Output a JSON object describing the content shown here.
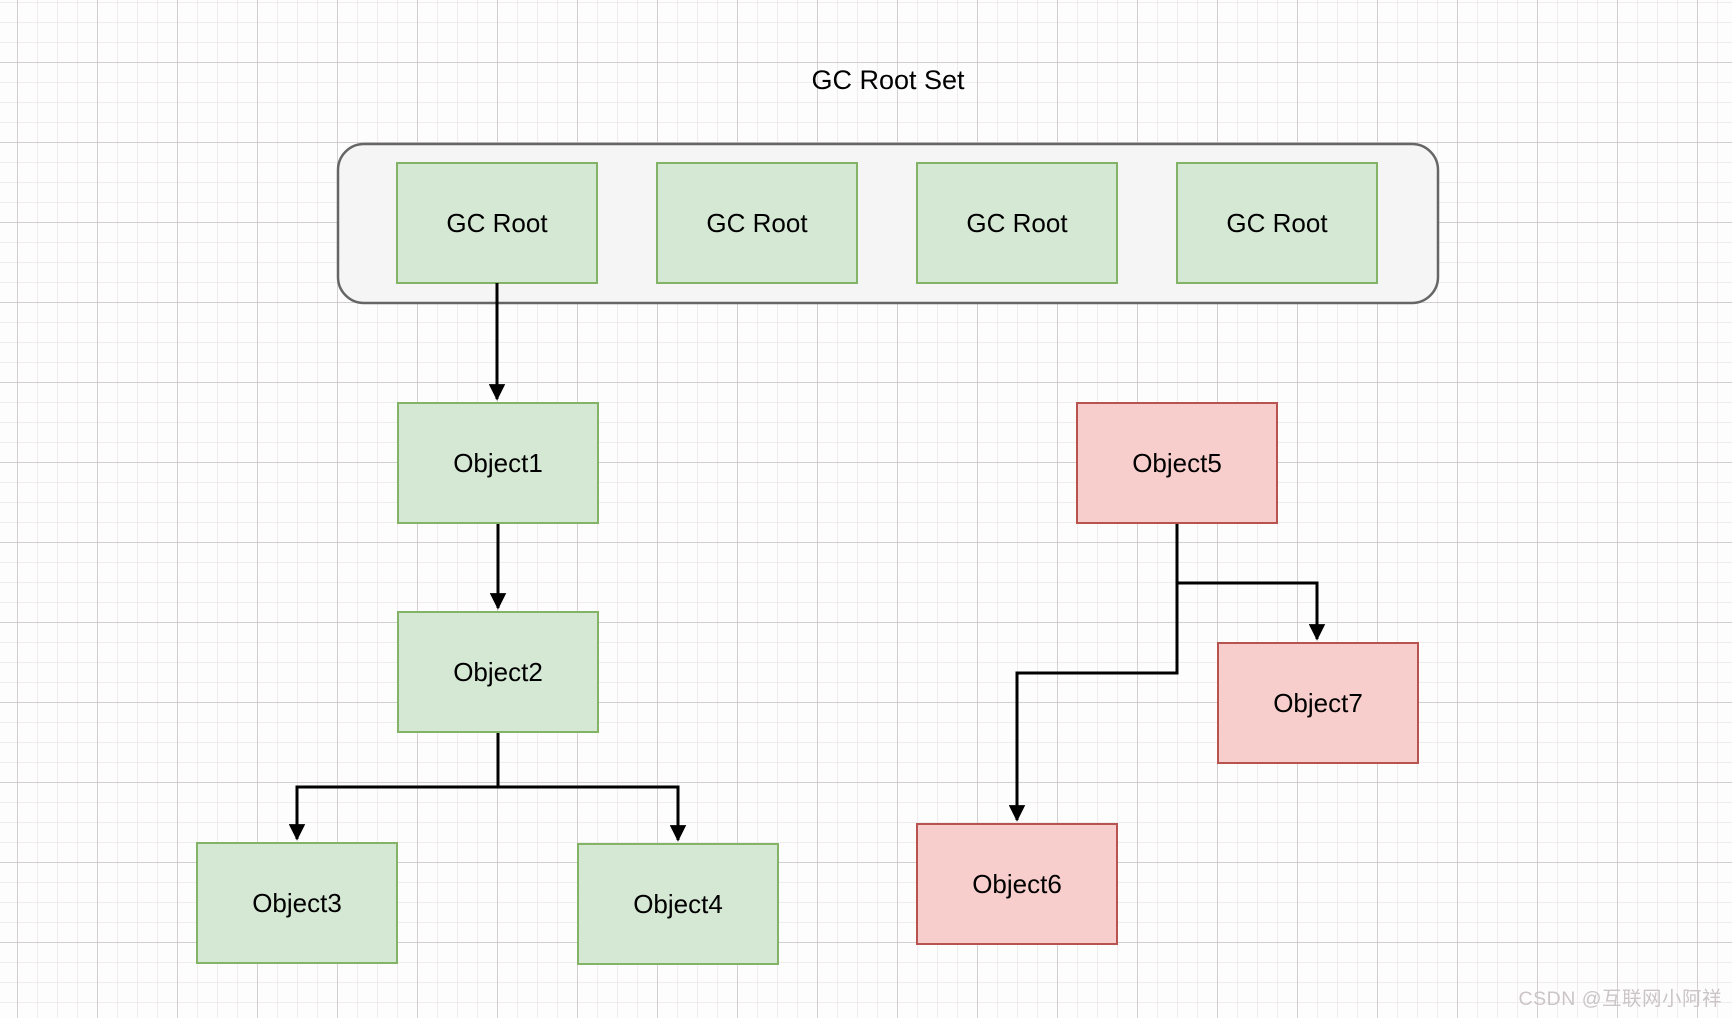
{
  "diagram": {
    "title": "GC Root Set",
    "gc_roots": [
      {
        "label": "GC Root"
      },
      {
        "label": "GC Root"
      },
      {
        "label": "GC Root"
      },
      {
        "label": "GC Root"
      }
    ],
    "objects": [
      {
        "label": "Object1",
        "state": "reachable"
      },
      {
        "label": "Object2",
        "state": "reachable"
      },
      {
        "label": "Object3",
        "state": "reachable"
      },
      {
        "label": "Object4",
        "state": "reachable"
      },
      {
        "label": "Object5",
        "state": "unreachable"
      },
      {
        "label": "Object6",
        "state": "unreachable"
      },
      {
        "label": "Object7",
        "state": "unreachable"
      }
    ],
    "edges": [
      {
        "from": "GC Root 1",
        "to": "Object1"
      },
      {
        "from": "Object1",
        "to": "Object2"
      },
      {
        "from": "Object2",
        "to": "Object3"
      },
      {
        "from": "Object2",
        "to": "Object4"
      },
      {
        "from": "Object5",
        "to": "Object7"
      },
      {
        "from": "Object5",
        "to": "Object6"
      }
    ]
  },
  "colors": {
    "reachable_fill": "#d5e8d4",
    "reachable_stroke": "#82b366",
    "unreachable_fill": "#f8cecc",
    "unreachable_stroke": "#b85450",
    "container_fill": "#f5f5f5",
    "container_stroke": "#666666",
    "arrow": "#000000",
    "watermark_text_color": "#cbc5c7"
  },
  "watermark": {
    "text": "CSDN @互联网小阿祥"
  }
}
